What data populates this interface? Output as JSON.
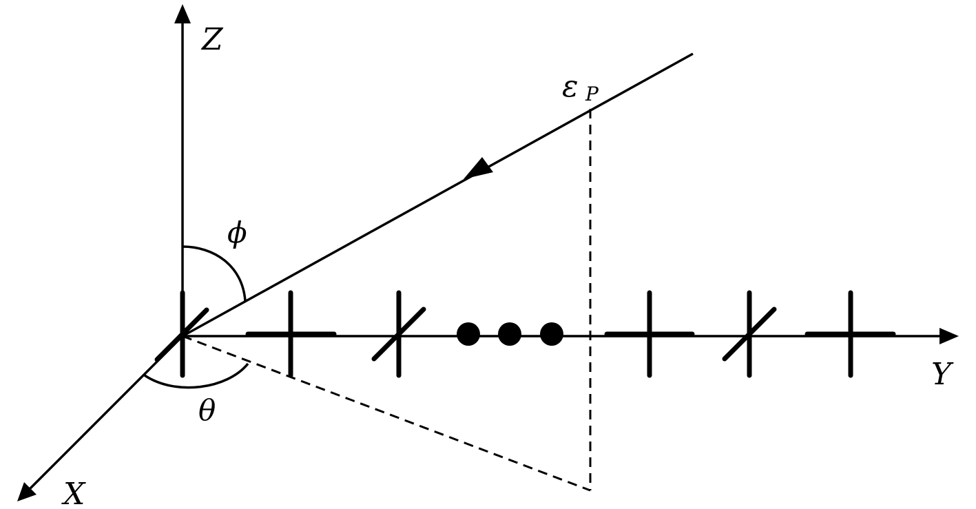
{
  "diagram": {
    "axes": {
      "x_label": "X",
      "y_label": "Y",
      "z_label": "Z"
    },
    "angles": {
      "elevation": "ϕ",
      "azimuth": "θ"
    },
    "source": {
      "symbol": "ε",
      "subscript": "P"
    },
    "colors": {
      "stroke": "#000000",
      "background": "#ffffff"
    }
  }
}
